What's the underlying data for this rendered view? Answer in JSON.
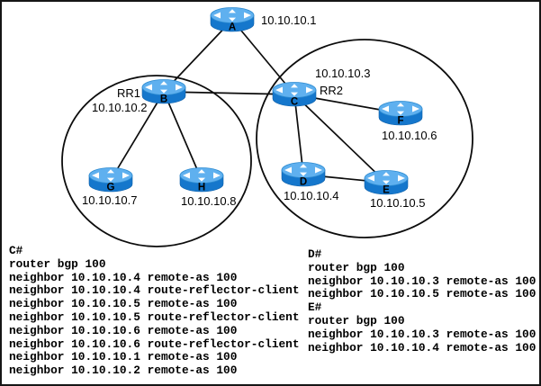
{
  "diagram": {
    "nodes": [
      {
        "id": "A",
        "ip": "10.10.10.1"
      },
      {
        "id": "B",
        "role": "RR1",
        "ip": "10.10.10.2"
      },
      {
        "id": "C",
        "role": "RR2",
        "ip": "10.10.10.3"
      },
      {
        "id": "D",
        "ip": "10.10.10.4"
      },
      {
        "id": "E",
        "ip": "10.10.10.5"
      },
      {
        "id": "F",
        "ip": "10.10.10.6"
      },
      {
        "id": "G",
        "ip": "10.10.10.7"
      },
      {
        "id": "H",
        "ip": "10.10.10.8"
      }
    ],
    "links": [
      "A-B",
      "A-C",
      "B-C",
      "B-G",
      "B-H",
      "C-F",
      "C-D",
      "C-E",
      "D-E"
    ],
    "clusters": [
      "RR1",
      "RR2"
    ]
  },
  "configs": {
    "c": {
      "title": "C#",
      "lines": [
        "router bgp 100",
        "neighbor 10.10.10.4 remote-as 100",
        "neighbor 10.10.10.4 route-reflector-client",
        "neighbor 10.10.10.5 remote-as 100",
        "neighbor 10.10.10.5 route-reflector-client",
        "neighbor 10.10.10.6 remote-as 100",
        "neighbor 10.10.10.6 route-reflector-client",
        "neighbor 10.10.10.1 remote-as 100",
        "neighbor 10.10.10.2 remote-as 100"
      ]
    },
    "d": {
      "title": "D#",
      "lines": [
        "router bgp 100",
        "neighbor 10.10.10.3 remote-as 100",
        "neighbor 10.10.10.5 remote-as 100"
      ]
    },
    "e": {
      "title": "E#",
      "lines": [
        "router bgp 100",
        "neighbor 10.10.10.3 remote-as 100",
        "neighbor 10.10.10.4 remote-as 100"
      ]
    }
  },
  "colors": {
    "router_body": "#1577cc",
    "router_top": "#5fb0ef",
    "router_edge": "#0e5fa8",
    "link": "#0c0c0c",
    "border": "#161616",
    "background": "#ffffff",
    "text": "#000000"
  }
}
